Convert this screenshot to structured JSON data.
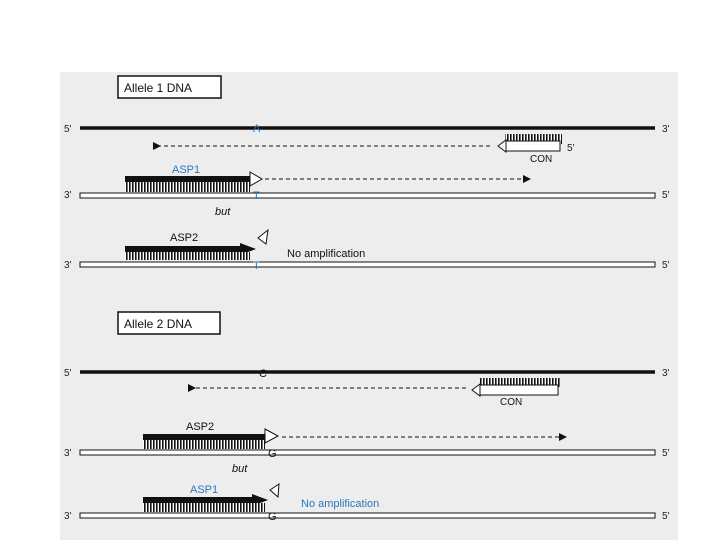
{
  "colors": {
    "background": "#ededed",
    "strand": "#111111",
    "accent_blue": "#2a78c0"
  },
  "allele1": {
    "title": "Allele 1 DNA",
    "template_top": {
      "left": "5'",
      "base": "A",
      "right": "3'"
    },
    "con_primer": {
      "label": "CON",
      "end": "5'"
    },
    "asp1_match": {
      "primer": "ASP1",
      "left": "3'",
      "base": "T",
      "right": "5'"
    },
    "connector": "but",
    "asp2_mismatch": {
      "primer": "ASP2",
      "left": "3'",
      "base": "T",
      "right": "5'",
      "result": "No amplification"
    }
  },
  "allele2": {
    "title": "Allele 2 DNA",
    "template_top": {
      "left": "5'",
      "base": "C",
      "right": "3'"
    },
    "con_primer": {
      "label": "CON"
    },
    "asp2_match": {
      "primer": "ASP2",
      "left": "3'",
      "base": "G",
      "right": "5'"
    },
    "connector": "but",
    "asp1_mismatch": {
      "primer": "ASP1",
      "left": "3'",
      "base": "G",
      "right": "5'",
      "result": "No amplification"
    }
  }
}
